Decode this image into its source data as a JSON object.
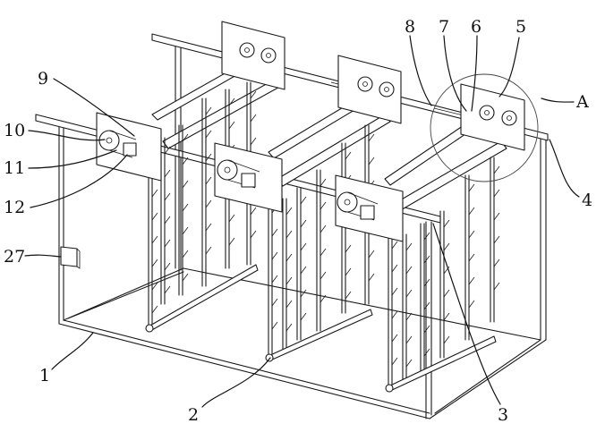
{
  "figure": {
    "type": "patent-perspective-drawing",
    "subject": "rack frame with sliding carriages and hook columns",
    "detail_callout": {
      "id": "A",
      "label": "A"
    }
  },
  "labels": [
    {
      "id": "1",
      "text": "1"
    },
    {
      "id": "2",
      "text": "2"
    },
    {
      "id": "3",
      "text": "3"
    },
    {
      "id": "4",
      "text": "4"
    },
    {
      "id": "5",
      "text": "5"
    },
    {
      "id": "6",
      "text": "6"
    },
    {
      "id": "7",
      "text": "7"
    },
    {
      "id": "8",
      "text": "8"
    },
    {
      "id": "9",
      "text": "9"
    },
    {
      "id": "10",
      "text": "10"
    },
    {
      "id": "11",
      "text": "11"
    },
    {
      "id": "12",
      "text": "12"
    },
    {
      "id": "27",
      "text": "27"
    },
    {
      "id": "A",
      "text": "A"
    }
  ]
}
